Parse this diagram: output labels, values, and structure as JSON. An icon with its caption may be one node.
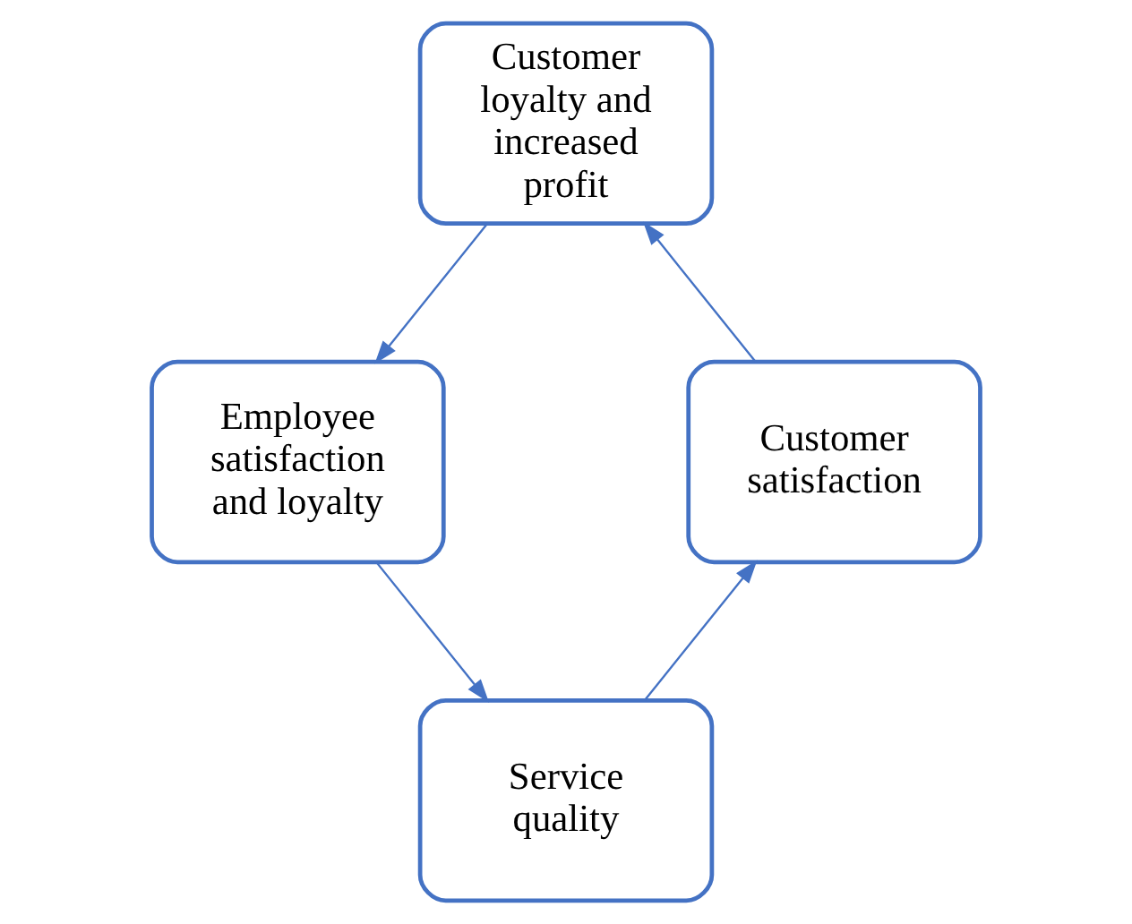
{
  "diagram": {
    "nodes": [
      {
        "text": [
          "Customer loyalty and increased profit"
        ]
      },
      {
        "text": [
          "Employee satisfaction and loyalty"
        ]
      },
      {
        "text": [
          "Service quality"
        ]
      },
      {
        "text": [
          "Customer satisfaction"
        ]
      }
    ],
    "edges": [
      {
        "from": 0,
        "to": 1,
        "arrow": "to"
      },
      {
        "from": 1,
        "to": 2,
        "arrow": "to"
      },
      {
        "from": 2,
        "to": 3,
        "arrow": "to"
      },
      {
        "from": 3,
        "to": 0,
        "arrow": "to"
      }
    ]
  }
}
